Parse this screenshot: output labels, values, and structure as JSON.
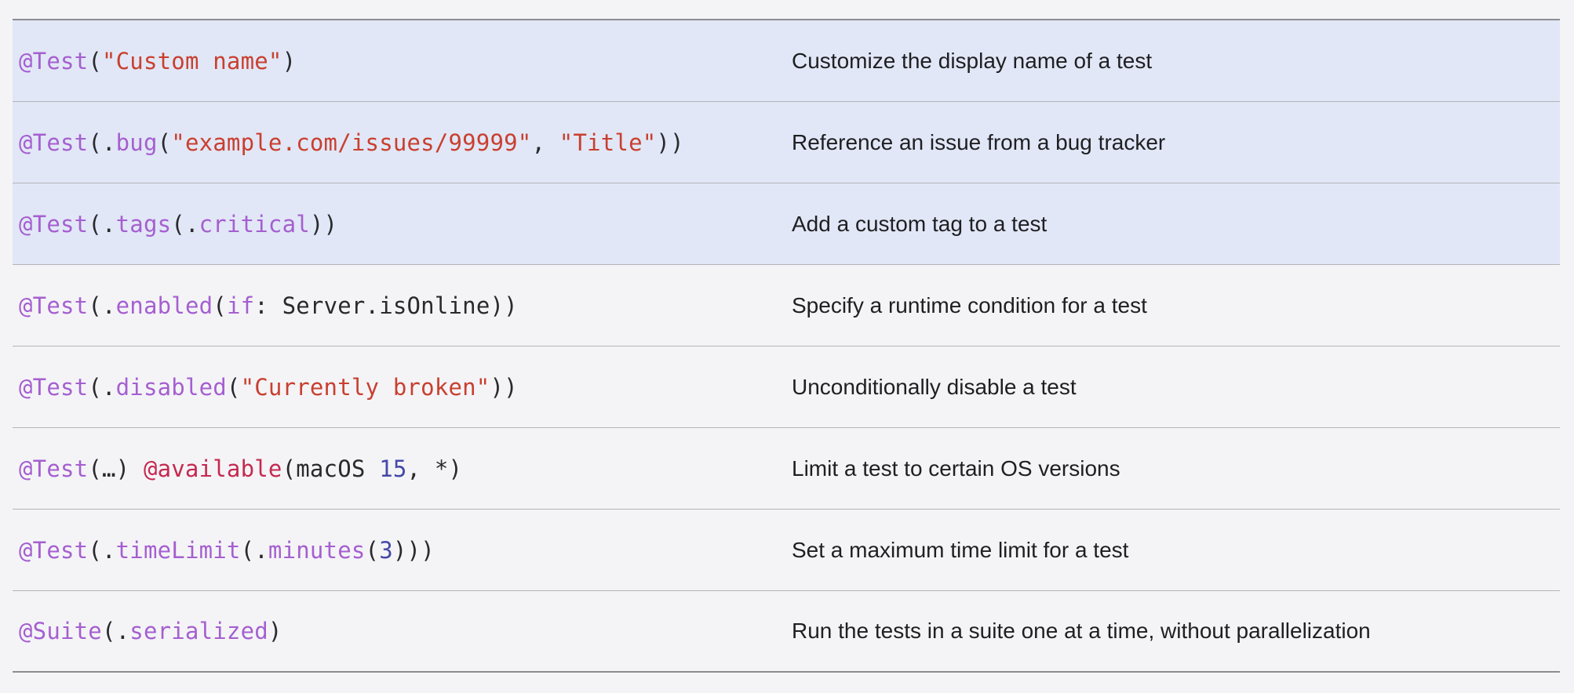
{
  "colors": {
    "attribute": "#a55fd0",
    "attribute_available": "#c5294f",
    "string": "#c93f2f",
    "number": "#4549a8",
    "plain": "#2a2a2e",
    "highlight_row_bg": "#e1e7f6",
    "page_bg": "#f4f4f7"
  },
  "rows": [
    {
      "highlighted": true,
      "code": [
        {
          "t": "attr",
          "v": "@Test"
        },
        {
          "t": "plain",
          "v": "("
        },
        {
          "t": "str",
          "v": "\"Custom name\""
        },
        {
          "t": "plain",
          "v": ")"
        }
      ],
      "description": "Customize the display name of a test"
    },
    {
      "highlighted": true,
      "code": [
        {
          "t": "attr",
          "v": "@Test"
        },
        {
          "t": "plain",
          "v": "(."
        },
        {
          "t": "attr",
          "v": "bug"
        },
        {
          "t": "plain",
          "v": "("
        },
        {
          "t": "str",
          "v": "\"example.com/issues/99999\""
        },
        {
          "t": "plain",
          "v": ", "
        },
        {
          "t": "str",
          "v": "\"Title\""
        },
        {
          "t": "plain",
          "v": "))"
        }
      ],
      "description": "Reference an issue from a bug tracker"
    },
    {
      "highlighted": true,
      "code": [
        {
          "t": "attr",
          "v": "@Test"
        },
        {
          "t": "plain",
          "v": "(."
        },
        {
          "t": "attr",
          "v": "tags"
        },
        {
          "t": "plain",
          "v": "(."
        },
        {
          "t": "attr",
          "v": "critical"
        },
        {
          "t": "plain",
          "v": "))"
        }
      ],
      "description": "Add a custom tag to a test"
    },
    {
      "highlighted": false,
      "code": [
        {
          "t": "attr",
          "v": "@Test"
        },
        {
          "t": "plain",
          "v": "(."
        },
        {
          "t": "attr",
          "v": "enabled"
        },
        {
          "t": "plain",
          "v": "("
        },
        {
          "t": "kw",
          "v": "if"
        },
        {
          "t": "plain",
          "v": ": Server.isOnline))"
        }
      ],
      "description": "Specify a runtime condition for a test"
    },
    {
      "highlighted": false,
      "code": [
        {
          "t": "attr",
          "v": "@Test"
        },
        {
          "t": "plain",
          "v": "(."
        },
        {
          "t": "attr",
          "v": "disabled"
        },
        {
          "t": "plain",
          "v": "("
        },
        {
          "t": "str",
          "v": "\"Currently broken\""
        },
        {
          "t": "plain",
          "v": "))"
        }
      ],
      "description": "Unconditionally disable a test"
    },
    {
      "highlighted": false,
      "code": [
        {
          "t": "attr",
          "v": "@Test"
        },
        {
          "t": "plain",
          "v": "(…) "
        },
        {
          "t": "attrred",
          "v": "@available"
        },
        {
          "t": "plain",
          "v": "(macOS "
        },
        {
          "t": "num",
          "v": "15"
        },
        {
          "t": "plain",
          "v": ", *)"
        }
      ],
      "description": "Limit a test to certain OS versions"
    },
    {
      "highlighted": false,
      "code": [
        {
          "t": "attr",
          "v": "@Test"
        },
        {
          "t": "plain",
          "v": "(."
        },
        {
          "t": "attr",
          "v": "timeLimit"
        },
        {
          "t": "plain",
          "v": "(."
        },
        {
          "t": "attr",
          "v": "minutes"
        },
        {
          "t": "plain",
          "v": "("
        },
        {
          "t": "num",
          "v": "3"
        },
        {
          "t": "plain",
          "v": ")))"
        }
      ],
      "description": "Set a maximum time limit for a test"
    },
    {
      "highlighted": false,
      "code": [
        {
          "t": "attr",
          "v": "@Suite"
        },
        {
          "t": "plain",
          "v": "(."
        },
        {
          "t": "attr",
          "v": "serialized"
        },
        {
          "t": "plain",
          "v": ")"
        }
      ],
      "description": "Run the tests in a suite one at a time, without parallelization"
    }
  ]
}
